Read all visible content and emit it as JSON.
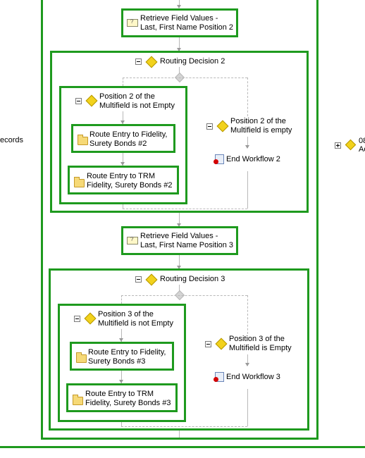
{
  "left_edge_label": "ecords",
  "right_edge_label_line1": "08",
  "right_edge_label_line2": "Ac",
  "retrieve2": {
    "line1": "Retrieve Field Values -",
    "line2": "Last, First Name Position 2"
  },
  "routing2": {
    "title": "Routing Decision 2"
  },
  "pos2_not_empty": {
    "line1": "Position 2 of the",
    "line2": "Multifield is not Empty"
  },
  "route_fid2": {
    "line1": "Route Entry to Fidelity,",
    "line2": "Surety Bonds #2"
  },
  "route_trm2": {
    "line1": "Route Entry to TRM",
    "line2": "Fidelity, Surety Bonds #2"
  },
  "pos2_empty": {
    "line1": "Position 2 of the",
    "line2": "Multifield is empty"
  },
  "end2": {
    "label": "End Workflow 2"
  },
  "retrieve3": {
    "line1": "Retrieve Field Values -",
    "line2": "Last, First Name Position 3"
  },
  "routing3": {
    "title": "Routing Decision 3"
  },
  "pos3_not_empty": {
    "line1": "Position 3 of the",
    "line2": "Multifield is not Empty"
  },
  "route_fid3": {
    "line1": "Route Entry to Fidelity,",
    "line2": "Surety Bonds #3"
  },
  "route_trm3": {
    "line1": "Route Entry to TRM",
    "line2": "Fidelity, Surety Bonds #3"
  },
  "pos3_empty": {
    "line1": "Position 3 of the",
    "line2": "Multifield is Empty"
  },
  "end3": {
    "label": "End Workflow 3"
  }
}
